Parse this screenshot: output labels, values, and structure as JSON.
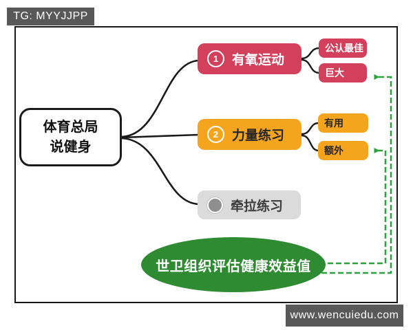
{
  "badges": {
    "tg_label": "TG: MYYJJPP",
    "site_label": "www.wencuiedu.com"
  },
  "mindmap": {
    "root": {
      "line1": "体育总局",
      "line2": "说健身"
    },
    "branches": [
      {
        "number": "1",
        "label": "有氧运动",
        "color": "#D2405B",
        "children": [
          "公认最佳",
          "巨大"
        ]
      },
      {
        "number": "2",
        "label": "力量练习",
        "color": "#F5A41D",
        "children": [
          "有用",
          "额外"
        ]
      },
      {
        "number": "",
        "label": "牵拉练习",
        "color": "#DBDBDB",
        "children": []
      }
    ],
    "ellipse": {
      "label": "世卫组织评估健康效益值",
      "color": "#2E8B32"
    }
  },
  "colors": {
    "accent_red": "#D2405B",
    "accent_orange": "#F5A41D",
    "gray_node": "#DBDBDB",
    "green_ellipse": "#2E8B32",
    "green_dashed": "#2AA03F",
    "badge_background": "#585858",
    "connector_line": "#1A1A1A"
  }
}
